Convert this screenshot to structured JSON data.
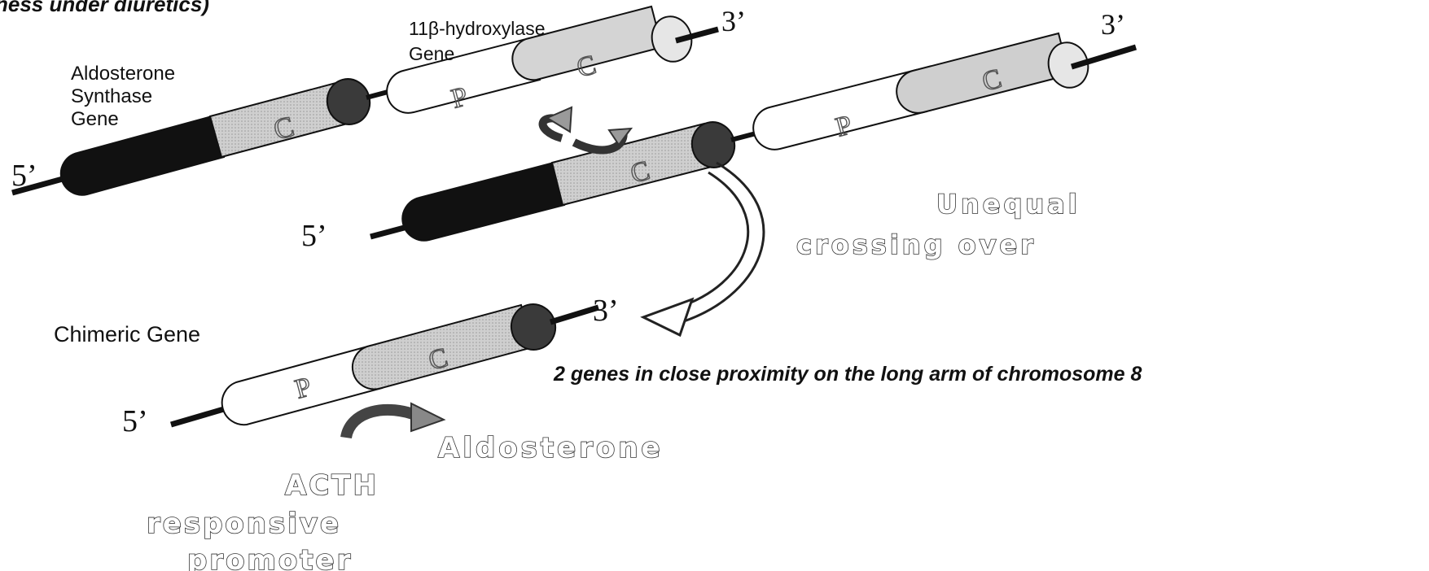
{
  "header_fragment": "ness under diuretics)",
  "genes": {
    "hydroxylase_label_line1": "11β-hydroxylase",
    "hydroxylase_label_line2": "Gene",
    "aldosterone_label_line1": "Aldosterone",
    "aldosterone_label_line2": "Synthase",
    "aldosterone_label_line3": "Gene",
    "chimeric_label": "Chimeric Gene"
  },
  "ends": {
    "five_prime": "5’",
    "three_prime": "3’"
  },
  "segments": {
    "promoter": "P",
    "coding": "C"
  },
  "annotations": {
    "crossing_line1": "Unequal",
    "crossing_line2": "crossing over",
    "product": "Aldosterone",
    "promoter_line1": "ACTH",
    "promoter_line2": "responsive",
    "promoter_line3": "promoter",
    "caption": "2 genes in close proximity on the long arm of chromosome 8"
  },
  "colors": {
    "black_segment": "#111111",
    "coding_segment": "#c8c8c8",
    "promoter_segment": "#ffffff",
    "junction_knob": "#3a3a3a",
    "stroke": "#111111"
  }
}
